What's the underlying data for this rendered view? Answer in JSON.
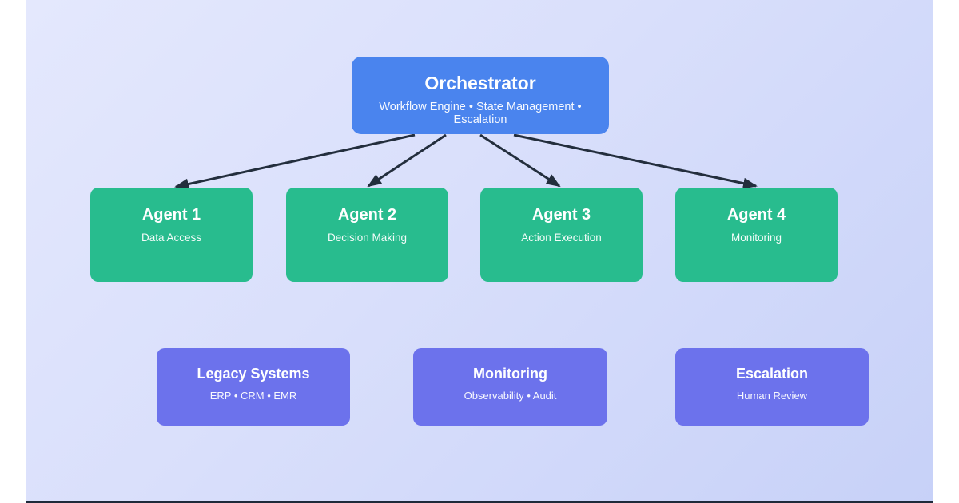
{
  "canvas": {
    "margin_color": "#ffffff",
    "background_start": "#e4e8fd",
    "background_end": "#c7d1f8",
    "bottom_bar_color": "#1f2a3a"
  },
  "diagram": {
    "orchestrator": {
      "title": "Orchestrator",
      "subtitle": "Workflow Engine • State Management • Escalation",
      "color": "#4a84ee"
    },
    "agents": [
      {
        "title": "Agent 1",
        "subtitle": "Data Access",
        "color": "#28bc8e"
      },
      {
        "title": "Agent 2",
        "subtitle": "Decision Making",
        "color": "#28bc8e"
      },
      {
        "title": "Agent 3",
        "subtitle": "Action Execution",
        "color": "#28bc8e"
      },
      {
        "title": "Agent 4",
        "subtitle": "Monitoring",
        "color": "#28bc8e"
      }
    ],
    "systems": [
      {
        "title": "Legacy Systems",
        "subtitle": "ERP • CRM • EMR",
        "color": "#6c72ec"
      },
      {
        "title": "Monitoring",
        "subtitle": "Observability • Audit",
        "color": "#6c72ec"
      },
      {
        "title": "Escalation",
        "subtitle": "Human Review",
        "color": "#6c72ec"
      }
    ],
    "edges": [
      {
        "from": "orchestrator",
        "to": "agent-1"
      },
      {
        "from": "orchestrator",
        "to": "agent-2"
      },
      {
        "from": "orchestrator",
        "to": "agent-3"
      },
      {
        "from": "orchestrator",
        "to": "agent-4"
      }
    ],
    "edge_color": "#232e3d"
  }
}
